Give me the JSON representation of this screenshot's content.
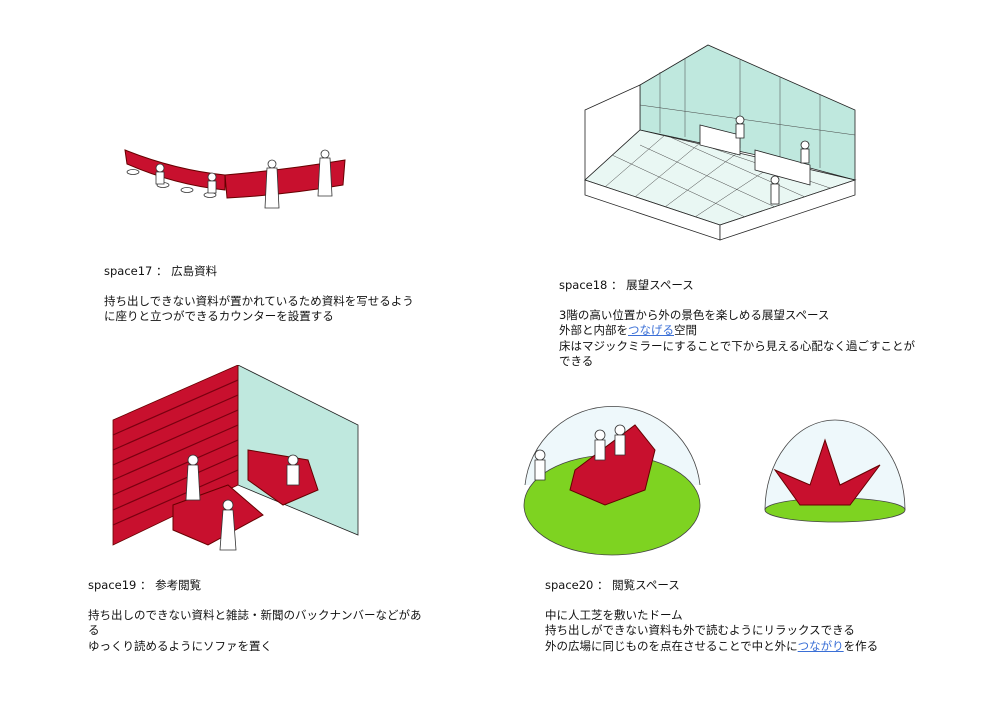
{
  "colors": {
    "red": "#c8102e",
    "glass": "#bfe8de",
    "grass": "#7ed321",
    "link": "#3a6fd6"
  },
  "space17": {
    "label": "space17 ： 広島資料",
    "lines": [
      "持ち出しできない資料が置かれているため資料を写せるよう",
      "に座りと立つができるカウンターを設置する"
    ]
  },
  "space18": {
    "label": "space18 ： 展望スペース",
    "line1": "3階の高い位置から外の景色を楽しめる展望スペース",
    "line2_pre": "外部と内部を",
    "line2_link": "つなげる",
    "line2_post": "空間",
    "line3": "床はマジックミラーにすることで下から見える心配なく過ごすことが",
    "line4": "できる"
  },
  "space19": {
    "label": "space19 ： 参考閲覧",
    "lines": [
      "持ち出しのできない資料と雑誌・新聞のバックナンバーなどがあ",
      "る",
      "ゆっくり読めるようにソファを置く"
    ]
  },
  "space20": {
    "label": "space20 ： 閲覧スペース",
    "line1": "中に人工芝を敷いたドーム",
    "line2": "持ち出しができない資料も外で読むようにリラックスできる",
    "line3_pre": "外の広場に同じものを点在させることで中と外に",
    "line3_link": "つながり",
    "line3_post": "を作る"
  }
}
